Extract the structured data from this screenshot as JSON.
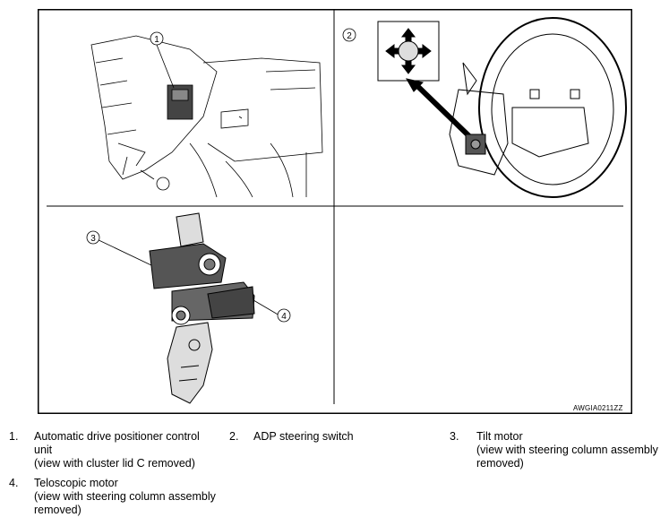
{
  "figure": {
    "code": "AWGIA0211ZZ",
    "callouts": [
      "1",
      "2",
      "3",
      "4"
    ]
  },
  "legend": [
    {
      "num": "1.",
      "lines": [
        "Automatic drive positioner control",
        "unit",
        "(view with cluster lid C removed)"
      ]
    },
    {
      "num": "2.",
      "lines": [
        "ADP steering switch"
      ]
    },
    {
      "num": "3.",
      "lines": [
        "Tilt motor",
        "(view with steering column assembly",
        "removed)"
      ]
    },
    {
      "num": "4.",
      "lines": [
        "Teloscopic motor",
        "(view with steering column assembly",
        "removed)"
      ]
    }
  ]
}
